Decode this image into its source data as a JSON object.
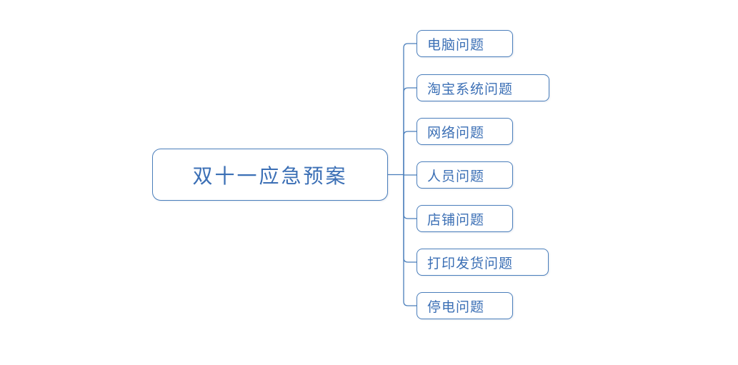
{
  "diagram": {
    "type": "mindmap",
    "root": {
      "label": "双十一应急预案"
    },
    "children": [
      {
        "label": "电脑问题"
      },
      {
        "label": "淘宝系统问题"
      },
      {
        "label": "网络问题"
      },
      {
        "label": "人员问题"
      },
      {
        "label": "店铺问题"
      },
      {
        "label": "打印发货问题"
      },
      {
        "label": "停电问题"
      }
    ],
    "colors": {
      "node_border": "#4a7ebb",
      "node_text": "#3b6fb5",
      "connector": "#4a7ebb",
      "background": "#ffffff"
    }
  }
}
